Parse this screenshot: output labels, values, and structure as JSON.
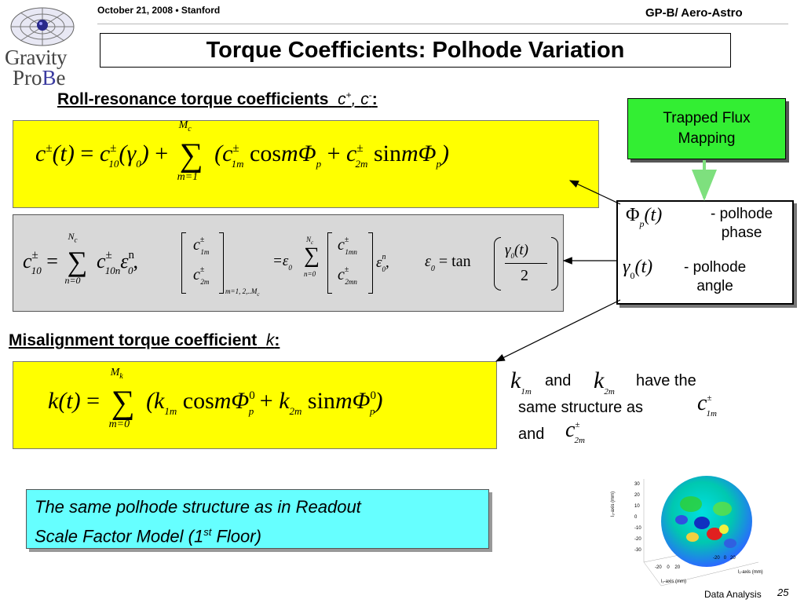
{
  "header": {
    "date_location": "October 21, 2008 • Stanford",
    "organization": "GP-B/ Aero-Astro"
  },
  "logo": {
    "line1": "Gravity",
    "line2_a": "Pro",
    "line2_b": "B",
    "line2_c": "e"
  },
  "slide": {
    "title": "Torque Coefficients: Polhode Variation"
  },
  "sections": {
    "roll_heading": "Roll-resonance torque coefficients",
    "roll_vars": "c",
    "roll_vars_sep": ", ",
    "roll_vars2": "c",
    "roll_colon": ":",
    "misalign_heading": "Misalignment torque coefficient",
    "misalign_var": "k",
    "misalign_colon": ":"
  },
  "equations": {
    "eq1": {
      "lhs": "c",
      "pm": "±",
      "t": "(t)",
      "eq": "=",
      "c10": "c",
      "sub10": "10",
      "gamma": "(γ",
      "sub0": "0",
      "rp": ")",
      "plus": "+",
      "sum_top": "M",
      "sum_top_sub": "c",
      "sum_bot": "m=1",
      "term1": "(c",
      "sub1m": "1m",
      "cos": "cos",
      "mPhi": "mΦ",
      "subp": "p",
      "plus2": "+",
      "term2": "c",
      "sub2m": "2m",
      "sin": "sin",
      "mPhi2": "mΦ",
      "subp2": "p",
      "close": ")"
    },
    "eq2": {
      "lhs": "c",
      "sub10": "10",
      "eq": "=",
      "sum_top": "N",
      "sum_top_sub": "c",
      "sum_bot": "n=0",
      "c10n": "c",
      "sub10n": "10n",
      "eps": "ε",
      "sub0": "0",
      "supn": "n",
      "comma": ",",
      "m1": "c",
      "m1sub": "1m",
      "m2": "c",
      "m2sub": "2m",
      "msub": "m=1, 2,..M",
      "msub_c": "c",
      "eq2": "=ε",
      "sum2_top": "N",
      "sum2_top_sub": "c",
      "sum2_bot": "n=0",
      "n1": "c",
      "n1sub": "1mn",
      "n2": "c",
      "n2sub": "2mn",
      "eps2": "ε",
      "comma2": ",",
      "eps0": "ε",
      "eq3": "=",
      "tan": "tan",
      "frac_num": "γ",
      "frac_num_t": "(t)",
      "frac_den": "2"
    },
    "eq3": {
      "lhs": "k(t)",
      "eq": "=",
      "sum_top": "M",
      "sum_top_sub": "k",
      "sum_bot": "m=0",
      "term1": "(k",
      "sub1m": "1m",
      "cos": "cos",
      "mPhi": "mΦ",
      "sup0": "0",
      "subp": "p",
      "plus": "+",
      "term2": "k",
      "sub2m": "2m",
      "sin": "sin",
      "mPhi2": "mΦ",
      "sup0b": "0",
      "subp2": "p",
      "close": ")"
    }
  },
  "callout": {
    "label": "Trapped Flux",
    "label2": "Mapping"
  },
  "definitions": {
    "phi": "Φ",
    "phi_sub": "p",
    "phi_t": "(t)",
    "phi_desc1": "- polhode",
    "phi_desc2": "phase",
    "gamma": "γ",
    "gamma_sub": "0",
    "gamma_t": "(t)",
    "gamma_desc1": "- polhode",
    "gamma_desc2": "angle"
  },
  "k_note": {
    "k1": "k",
    "k1sub": "1m",
    "and1": "and",
    "k2": "k",
    "k2sub": "2m",
    "have": "have the",
    "same": "same structure as",
    "c1": "c",
    "c1sub": "1m",
    "and2": "and",
    "c2": "c",
    "c2sub": "2m",
    "pm": "±"
  },
  "note": {
    "line1": "The same polhode structure as in Readout",
    "line2_a": "Scale Factor Model (1",
    "line2_sup": "st",
    "line2_b": " Floor)"
  },
  "sphere_plot": {
    "yaxis_label": "l₃-axis (mm)",
    "xaxis1_label": "l₁-axis (mm)",
    "xaxis2_label": "l₂-axis (mm)",
    "yticks": [
      "30",
      "20",
      "10",
      "0",
      "-10",
      "-20",
      "-30"
    ],
    "xticks1": [
      "-20",
      "0",
      "20"
    ],
    "xticks2": [
      "-20",
      "0",
      "20"
    ]
  },
  "footer": {
    "label": "Data Analysis",
    "page": "25"
  },
  "colors": {
    "yellow_box": "#ffff00",
    "gray_box": "#d8d8d8",
    "green_button": "#33ee33",
    "cyan_note": "#66ffff"
  }
}
